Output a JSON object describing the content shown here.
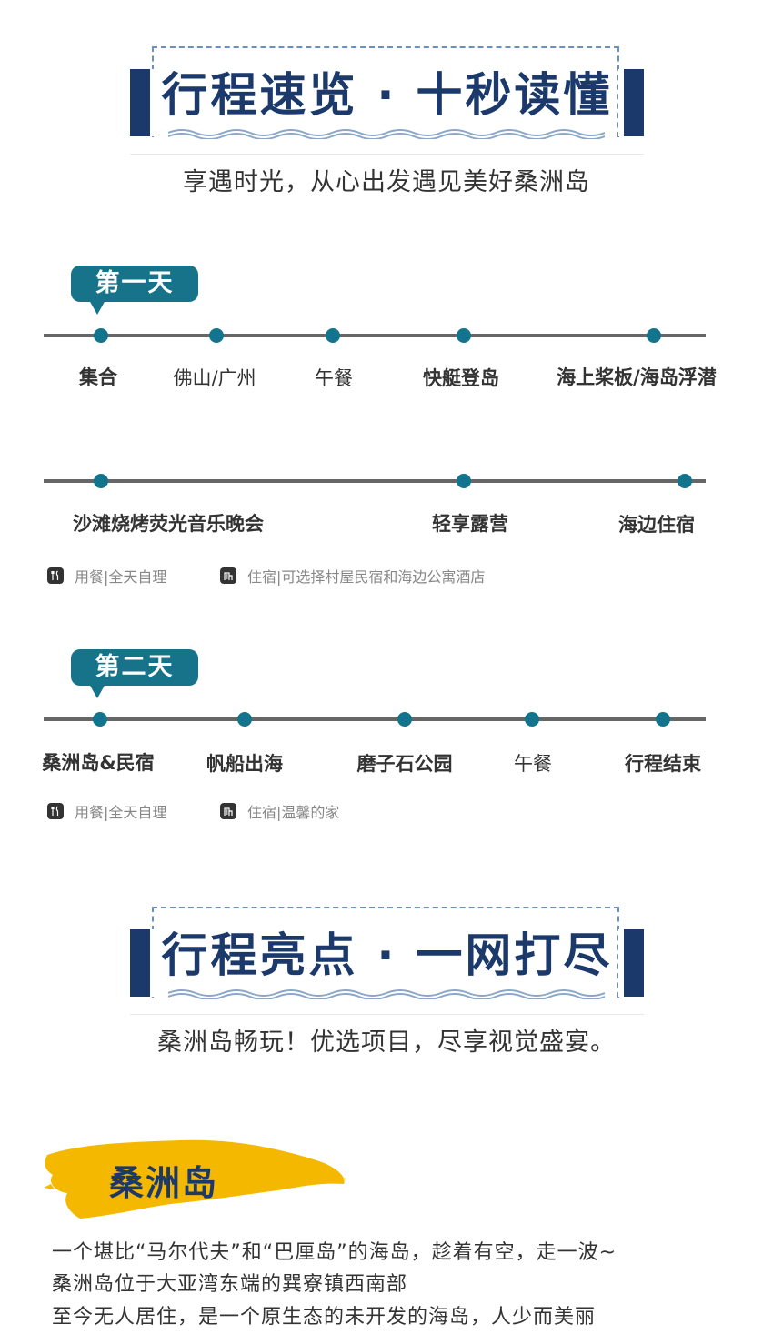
{
  "section1": {
    "title": "行程速览 · 十秒读懂",
    "subtitle": "享遇时光，从心出发遇见美好桑洲岛"
  },
  "day1": {
    "badge": "第一天",
    "row1": [
      {
        "label": "集合",
        "bold": true
      },
      {
        "label": "佛山/广州",
        "bold": false
      },
      {
        "label": "午餐",
        "bold": false
      },
      {
        "label": "快艇登岛",
        "bold": true
      },
      {
        "label": "海上桨板/海岛浮潜",
        "bold": true
      }
    ],
    "row2": [
      {
        "label": "沙滩烧烤荧光音乐晚会",
        "bold": true
      },
      {
        "label": "轻享露营",
        "bold": true
      },
      {
        "label": "海边住宿",
        "bold": true
      }
    ],
    "meal": "用餐|全天自理",
    "stay": "住宿|可选择村屋民宿和海边公寓酒店"
  },
  "day2": {
    "badge": "第二天",
    "row1": [
      {
        "label": "桑洲岛&民宿",
        "bold": true
      },
      {
        "label": "帆船出海",
        "bold": true
      },
      {
        "label": "磨子石公园",
        "bold": true
      },
      {
        "label": "午餐",
        "bold": false
      },
      {
        "label": "行程结束",
        "bold": true
      }
    ],
    "meal": "用餐|全天自理",
    "stay": "住宿|温馨的家"
  },
  "section2": {
    "title": "行程亮点 · 一网打尽",
    "subtitle": "桑洲岛畅玩！优选项目，尽享视觉盛宴。"
  },
  "highlight": {
    "title": "桑洲岛",
    "lines": [
      "一个堪比“马尔代夫”和“巴厘岛”的海岛，趁着有空，走一波~",
      "桑洲岛位于大亚湾东端的巽寮镇西南部",
      "至今无人居住，是一个原生态的未开发的海岛，人少而美丽"
    ]
  },
  "colors": {
    "navy": "#1b3a6b",
    "teal": "#17738a",
    "brush": "#f5b800",
    "line": "#666666"
  },
  "icons": {
    "meal": "fork-knife-icon",
    "stay": "hotel-building-icon"
  }
}
